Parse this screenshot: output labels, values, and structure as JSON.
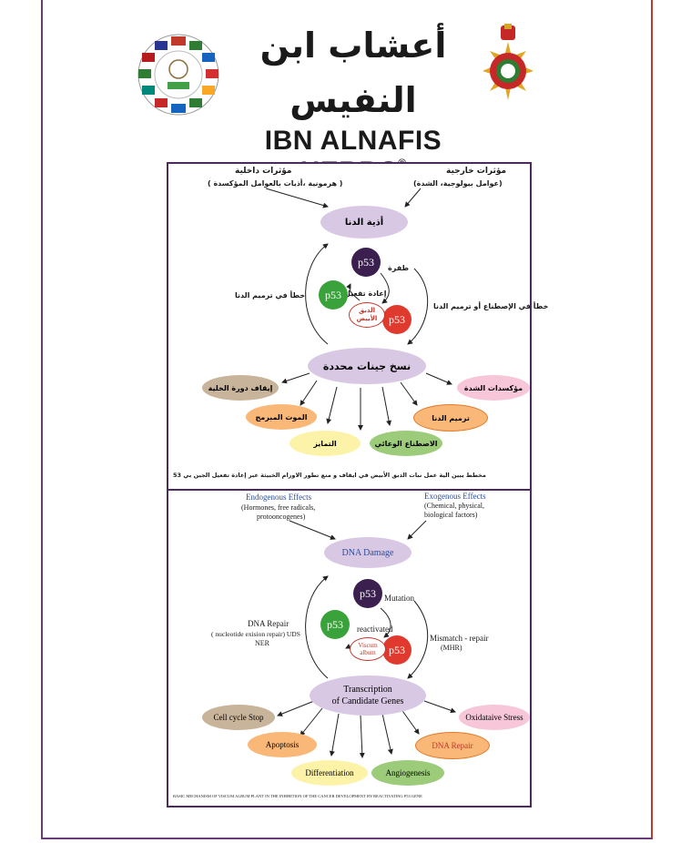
{
  "brand": {
    "arabic": "أعشاب ابن النفيس",
    "latin": "IBN ALNAFIS HERBS",
    "registered": "®"
  },
  "colors": {
    "purple_oval": "#d8c8e4",
    "brown_oval": "#c8b49a",
    "orange_oval": "#f9b877",
    "yellow_oval": "#fdf3a8",
    "green_oval": "#9ccc7a",
    "pink_oval": "#f7c6d8",
    "p53_dark": "#3a1f4f",
    "p53_green": "#3aa23a",
    "p53_red": "#e03a2e"
  },
  "arabic_diagram": {
    "endogenous_title": "مؤثرات داخلية",
    "endogenous_detail": "( هرمونية ،أذيات بالعوامل المؤكسدة )",
    "exogenous_title": "مؤثرات خارجية",
    "exogenous_detail": "(عوامل بيولوجية، الشدة)",
    "dna_damage": "أذية الدنا",
    "mutation": "طفرة",
    "reactivated": "إعادة تفعيل",
    "viscum": "الدبق الأبيض",
    "repair_error": "خطأ في ترميم الدنا",
    "mismatch_error": "خطأ في الإصطناع أو ترميم الدنا",
    "transcription": "نسخ جينات محددة",
    "cell_cycle": "إيقاف دورة الخلية",
    "apoptosis": "الموت المبرمج",
    "differentiation": "التمايز",
    "angiogenesis": "الاصطناع الوعائي",
    "dna_repair": "ترميم الدنا",
    "oxidative": "مؤكسدات الشدة",
    "caption": "مخطط يبين الية عمل نبات الدبق الأبيض في ايقاف و منع تطور الاورام الخبيثة عبر إعادة تفعيل الجين بي 53",
    "p53": "p53"
  },
  "english_diagram": {
    "endogenous_title": "Endogenous Effects",
    "endogenous_detail_1": "(Hormones, free radicals,",
    "endogenous_detail_2": "protooncogenes)",
    "exogenous_title": "Exogenous Effects",
    "exogenous_detail_1": "(Chemical, physical,",
    "exogenous_detail_2": "biological factors)",
    "dna_damage": "DNA Damage",
    "mutation": "Mutation",
    "reactivated": "reactivated",
    "viscum_1": "Viscum",
    "viscum_2": "album",
    "repair_1": "DNA Repair",
    "repair_2": "( nucleotide exision repair) UDS",
    "repair_3": "NER",
    "mismatch_1": "Mismatch - repair",
    "mismatch_2": "(MHR)",
    "transcription_1": "Transcription",
    "transcription_2": "of Candidate Genes",
    "cell_cycle": "Cell cycle Stop",
    "apoptosis": "Apoptosis",
    "differentiation": "Differentiation",
    "angiogenesis": "Angiogenesis",
    "dna_repair": "DNA Repair",
    "oxidative": "Oxidataive Stress",
    "caption": "BASIC MECHANISM OF VISCUM ALBUM PLANT IN THE INHIBITION OF THE CANCER DEVELOPMENT BY REACTIVATING P53 GENE",
    "p53": "p53"
  }
}
